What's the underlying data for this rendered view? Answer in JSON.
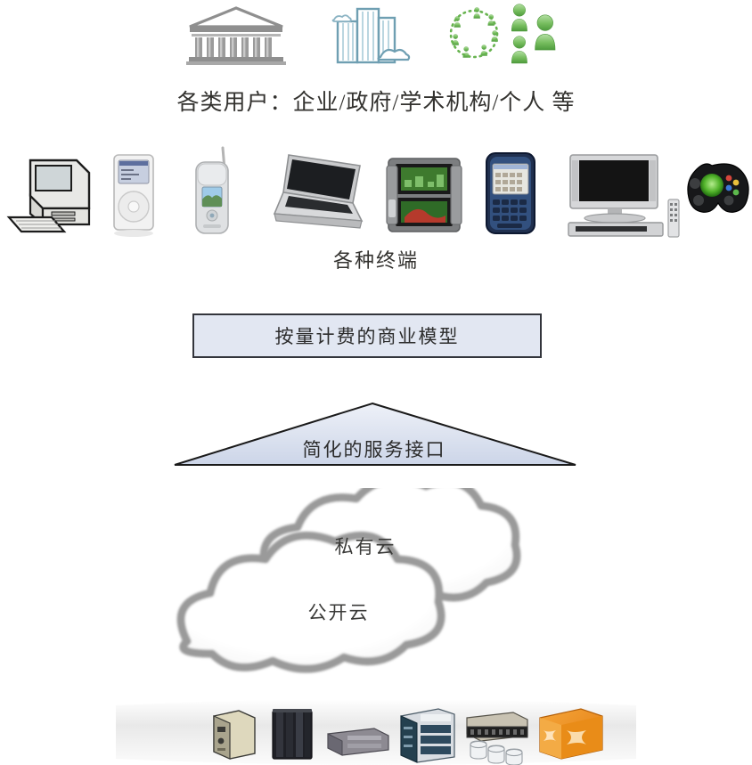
{
  "diagram": {
    "title": "云计算概念图",
    "background": "#ffffff"
  },
  "users_layer": {
    "caption": "各类用户：企业/政府/学术机构/个人 等",
    "icons": [
      {
        "name": "government-building-icon",
        "label": "政府/学术机构",
        "color": "#8c8c8c"
      },
      {
        "name": "office-buildings-icon",
        "label": "企业",
        "color": "#5b93a8"
      },
      {
        "name": "people-network-icon",
        "label": "个人/社群",
        "color": "#6fba5a"
      }
    ]
  },
  "terminals_layer": {
    "caption": "各种终端",
    "devices": [
      {
        "name": "desktop-computer-icon",
        "label": "台式电脑"
      },
      {
        "name": "media-player-icon",
        "label": "音乐播放器"
      },
      {
        "name": "flip-phone-icon",
        "label": "翻盖手机"
      },
      {
        "name": "laptop-icon",
        "label": "笔记本电脑"
      },
      {
        "name": "handheld-game-console-icon",
        "label": "掌上游戏机"
      },
      {
        "name": "blackberry-phone-icon",
        "label": "智能手机"
      },
      {
        "name": "tv-dvd-icon",
        "label": "电视/影碟机"
      },
      {
        "name": "game-controller-icon",
        "label": "游戏手柄"
      }
    ]
  },
  "business_model": {
    "label": "按量计费的商业模型",
    "fill": "#e2e7f2",
    "border": "#33353c"
  },
  "service_interface": {
    "label": "简化的服务接口",
    "fill": "#dde3f0",
    "border": "#1d1d1d"
  },
  "cloud_layer": {
    "private_cloud": "私有云",
    "public_cloud": "公开云",
    "outline_color": "#9a9a9a"
  },
  "infrastructure": {
    "items": [
      {
        "name": "tower-server-icon",
        "label": "塔式服务器",
        "color": "#ded8bd"
      },
      {
        "name": "server-rack-icon",
        "label": "服务器机柜",
        "color": "#2a2a30"
      },
      {
        "name": "storage-unit-icon",
        "label": "存储设备",
        "color": "#8d8a92"
      },
      {
        "name": "blade-chassis-icon",
        "label": "刀片机箱",
        "color": "#2e4a5e"
      },
      {
        "name": "database-rack-icon",
        "label": "数据库存储",
        "color": "#b9b3a4"
      },
      {
        "name": "network-switch-icon",
        "label": "网络交换",
        "color": "#ef8a22"
      }
    ]
  }
}
